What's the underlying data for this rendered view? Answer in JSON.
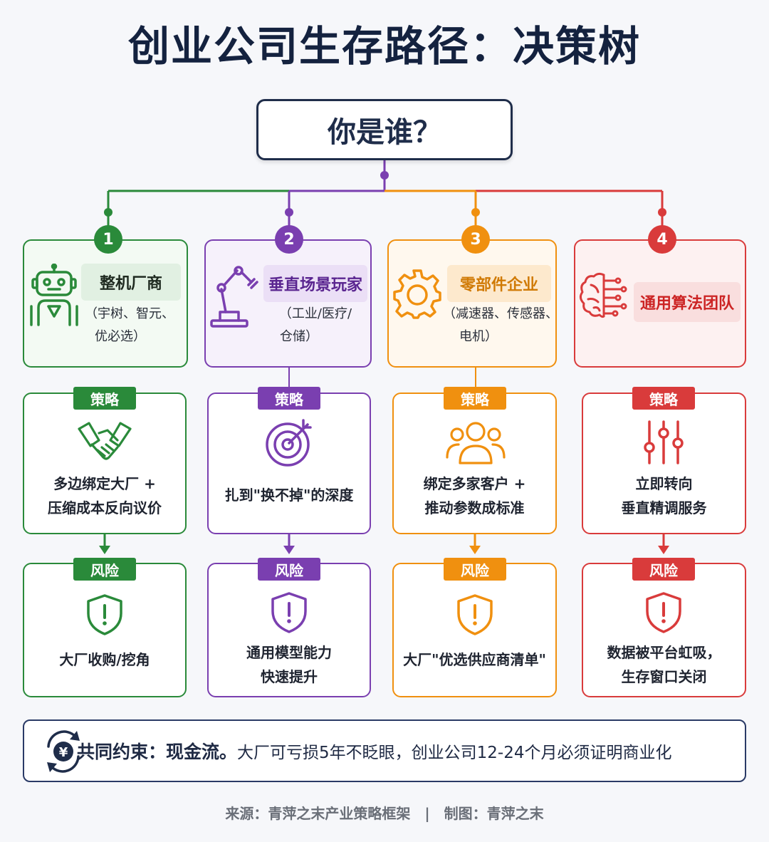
{
  "title": "创业公司生存路径：决策树",
  "root_question": "你是谁？",
  "colors": {
    "green": "#2a8a3a",
    "purple": "#7a3fb0",
    "orange": "#f0900f",
    "red": "#d93b3b",
    "navy": "#1f2d4a"
  },
  "branches": [
    {
      "number": "1",
      "role": "整机厂商",
      "role_sub": [
        "（宇树、智元、",
        "优必选）"
      ],
      "role_icon": "robot-icon",
      "strategy_label": "策略",
      "strategy": [
        "多边绑定大厂 +",
        "压缩成本反向议价"
      ],
      "strategy_icon": "handshake-icon",
      "risk_label": "风险",
      "risk": [
        "大厂收购/挖角"
      ],
      "risk_icon": "warning-shield-icon"
    },
    {
      "number": "2",
      "role": "垂直场景玩家",
      "role_sub": [
        "（工业/医疗/",
        "仓储）"
      ],
      "role_icon": "robot-arm-icon",
      "strategy_label": "策略",
      "strategy": [
        "扎到\"换不掉\"的深度"
      ],
      "strategy_icon": "target-icon",
      "risk_label": "风险",
      "risk": [
        "通用模型能力",
        "快速提升"
      ],
      "risk_icon": "warning-shield-icon"
    },
    {
      "number": "3",
      "role": "零部件企业",
      "role_sub": [
        "（减速器、传感器、",
        "电机）"
      ],
      "role_icon": "gear-icon",
      "strategy_label": "策略",
      "strategy": [
        "绑定多家客户 +",
        "推动参数成标准"
      ],
      "strategy_icon": "people-icon",
      "risk_label": "风险",
      "risk": [
        "大厂\"优选供应商清单\""
      ],
      "risk_icon": "warning-shield-icon"
    },
    {
      "number": "4",
      "role": "通用算法团队",
      "role_sub": [],
      "role_icon": "brain-circuit-icon",
      "strategy_label": "策略",
      "strategy": [
        "立即转向",
        "垂直精调服务"
      ],
      "strategy_icon": "sliders-icon",
      "risk_label": "风险",
      "risk": [
        "数据被平台虹吸，",
        "生存窗口关闭"
      ],
      "risk_icon": "warning-shield-icon"
    }
  ],
  "constraint": {
    "icon": "yen-cycle-icon",
    "bold": "共同约束：现金流。",
    "text": "大厂可亏损5年不眨眼，创业公司12-24个月必须证明商业化"
  },
  "footer": "来源：青萍之末产业策略框架　|　制图：青萍之末"
}
